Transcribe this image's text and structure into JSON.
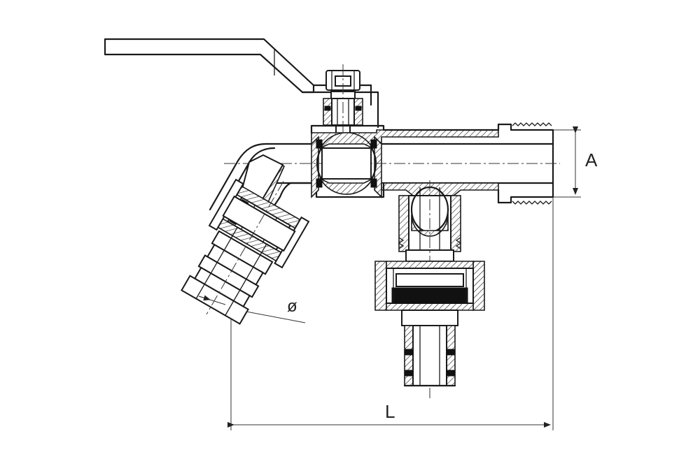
{
  "dimensions": {
    "A": "A",
    "L": "L",
    "diameter": "ø"
  },
  "colors": {
    "line": "#1a1a1a",
    "background": "#ffffff"
  }
}
